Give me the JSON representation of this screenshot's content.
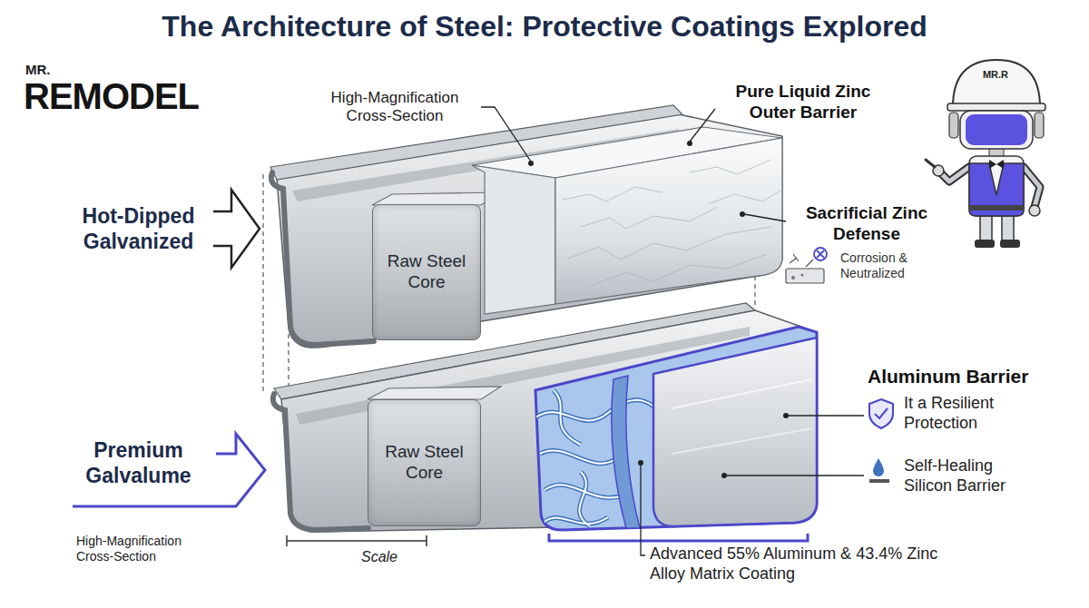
{
  "diagram": {
    "title": "The Architecture of Steel: Protective Coatings Explored",
    "nodes": [
      {
        "text": [
          "Hot-Dipped Galvanized"
        ]
      },
      {
        "text": [
          "Raw Steel Core"
        ]
      },
      {
        "text": [
          "Premium Galvalume"
        ]
      },
      {
        "text": [
          "Raw Steel Core"
        ]
      }
    ],
    "labels": [
      "MR.",
      "REMODEL",
      "High-Magnification Cross-Section",
      "Pure Liquid Zinc Outer Barrier",
      "MR.R",
      "Sacrificial Zinc Defense",
      "Corrosion & Neutralized",
      "Aluminum Barrier",
      "It a Resilient Protection",
      "Self-Healing Silicon Barrier",
      "Advanced 55% Aluminum & 43.4% Zinc Alloy Matrix Coating",
      "High-Magnification Cross-Section",
      "Scale"
    ]
  }
}
